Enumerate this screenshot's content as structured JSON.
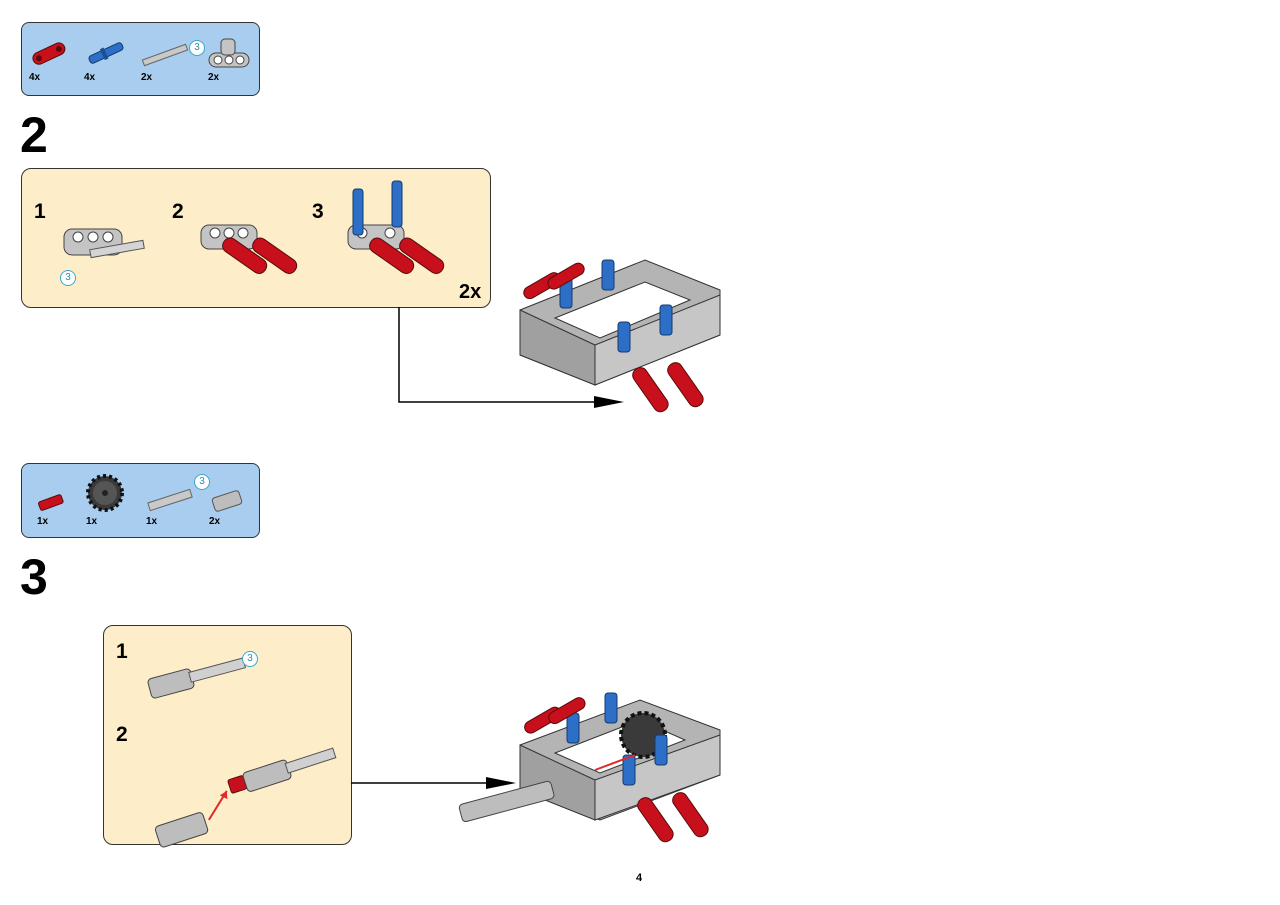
{
  "step2": {
    "number": "2",
    "parts": [
      {
        "name": "red-liftarm-icon",
        "qty": "4x"
      },
      {
        "name": "blue-pin-icon",
        "qty": "4x"
      },
      {
        "name": "axle-icon",
        "qty": "2x",
        "length": "3"
      },
      {
        "name": "gray-connector-icon",
        "qty": "2x"
      }
    ],
    "substeps": [
      "1",
      "2",
      "3"
    ],
    "substep1_axle_length": "3",
    "multiplier": "2x"
  },
  "step3": {
    "number": "3",
    "parts": [
      {
        "name": "red-pin-icon",
        "qty": "1x"
      },
      {
        "name": "gear-icon",
        "qty": "1x"
      },
      {
        "name": "axle-icon",
        "qty": "1x",
        "length": "3"
      },
      {
        "name": "bush-icon",
        "qty": "2x"
      }
    ],
    "substeps": [
      "1",
      "2"
    ],
    "substep1_axle_length": "3"
  },
  "colors": {
    "parts_bg": "#a9cdee",
    "substep_bg": "#fdedc8",
    "red": "#c8101d",
    "blue": "#2d6fc7",
    "gray": "#b9b9b9"
  },
  "page_number": "4"
}
